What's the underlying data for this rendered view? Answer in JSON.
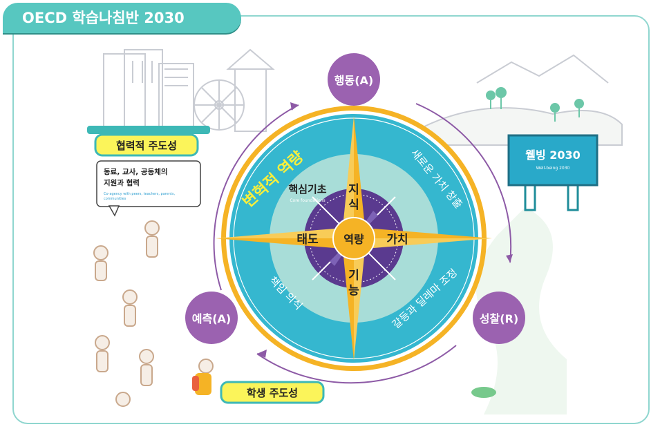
{
  "title": "OECD 학습나침반 2030",
  "top_node": "행동(A)",
  "left_node": "예측(A)",
  "right_node": "성찰(R)",
  "ring_title": "변혁적 역량",
  "ring_right_top": "새로운 가치 창출",
  "ring_left_bottom": "책임 의식",
  "ring_right_bottom": "갈등과 딜레마 조정",
  "core_foundation": "핵심기초",
  "core_foundation_sub": "Core foundations",
  "center": "역량",
  "north": "지식",
  "south": "기능",
  "west": "태도",
  "east": "가치",
  "collab_label": "협력적 주도성",
  "collab_text_line1": "동료, 교사, 공동체의",
  "collab_text_line2": "지원과 협력",
  "collab_sub_line1": "Co-agency with peers, teachers, parents,",
  "collab_sub_line2": "communities",
  "student_label": "학생 주도성",
  "wellbeing_title": "웰빙 2030",
  "wellbeing_sub": "Well-being 2030",
  "colors": {
    "teal": "#57c7c0",
    "purple": "#9b62b0",
    "gold": "#f5b325",
    "cyan": "#35b7cf",
    "yellow": "#f7ef3d"
  }
}
